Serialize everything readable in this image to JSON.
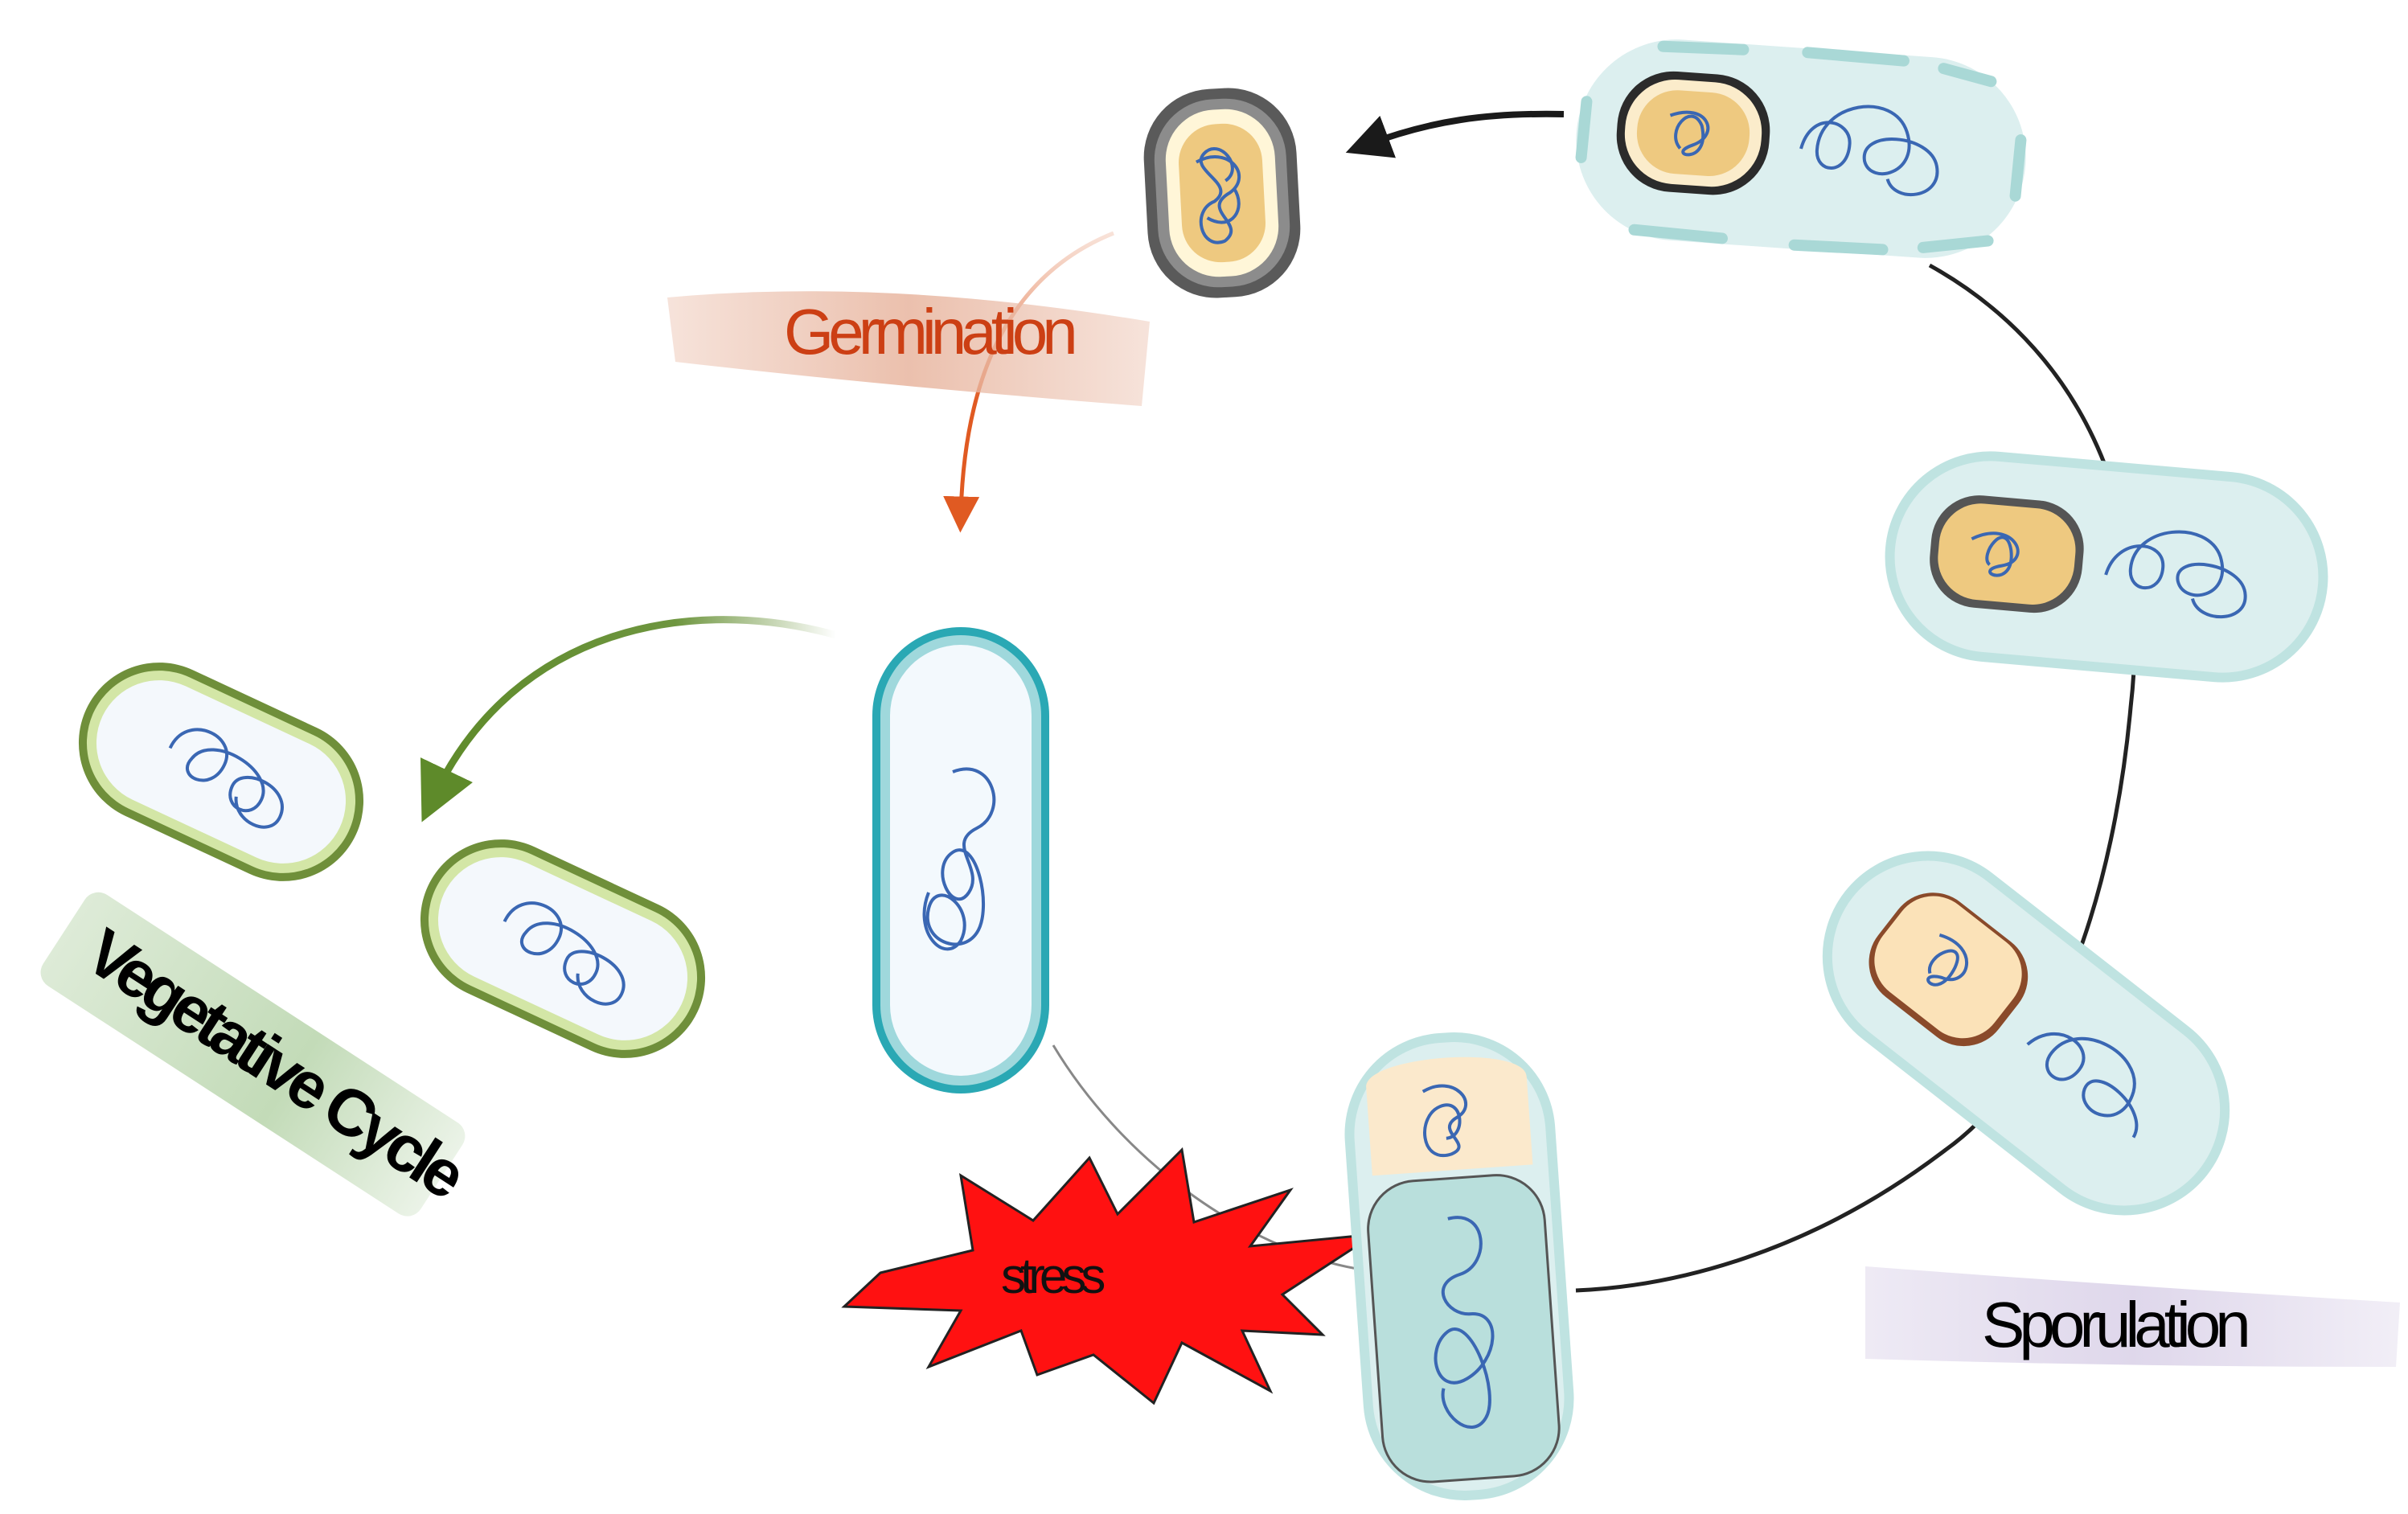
{
  "labels": {
    "germination": "Germination",
    "vegetative": "Vegetative Cycle",
    "stress": "stress",
    "sporulation": "Sporulation"
  },
  "colors": {
    "germination": "#cc3f14",
    "germination_band": "#e9b9a4",
    "vegetative_band": "#bcd7b0",
    "vegetative_arrow": "#5e8a2a",
    "sporulation_band": "#ddd5ea",
    "stress_fill": "#ff1111",
    "cell_fill": "#d9eeee",
    "cell_border": "#a9d8d6",
    "rod_border": "#2aa8b4",
    "veg_border": "#6f8f3a",
    "dna": "#3a67b3",
    "spore_core": "#eec980",
    "spore_coat": "#595959",
    "cycle_line": "#222222"
  },
  "icons": [
    "spore-icon",
    "rod-cell-icon",
    "vegetative-cell-icon",
    "dividing-cell-icon",
    "forespore-cell-icon",
    "stress-burst-icon"
  ]
}
